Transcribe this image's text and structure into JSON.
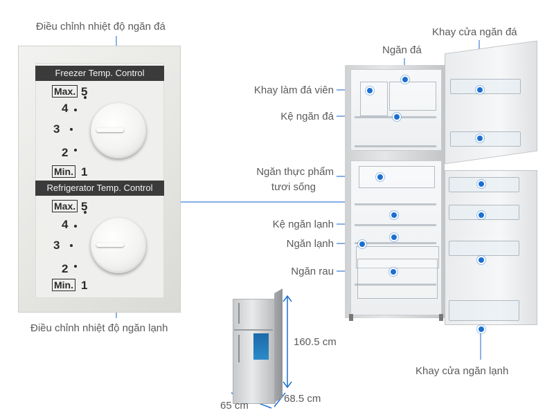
{
  "labels": {
    "freezer_control": "Điều chỉnh nhiệt độ ngăn đá",
    "fridge_control": "Điều chỉnh nhiệt độ ngăn lạnh",
    "freezer": "Ngăn đá",
    "freezer_door_tray": "Khay cửa ngăn đá",
    "ice_tray": "Khay làm đá viên",
    "freezer_shelf": "Kệ ngăn đá",
    "fresh_food_1": "Ngăn thực phẩm",
    "fresh_food_2": "tươi sống",
    "fridge_shelf": "Kệ ngăn lạnh",
    "fridge": "Ngăn lạnh",
    "vegetable": "Ngăn rau",
    "fridge_door_tray": "Khay cửa ngăn lạnh"
  },
  "panel": {
    "freezer_title": "Freezer Temp. Control",
    "fridge_title": "Refrigerator Temp. Control",
    "scale": {
      "max": "Max.",
      "min": "Min.",
      "n5": "5",
      "n4": "4",
      "n3": "3",
      "n2": "2",
      "n1": "1"
    }
  },
  "dimensions": {
    "height": "160.5 cm",
    "width": "65 cm",
    "depth": "68.5 cm"
  },
  "colors": {
    "accent": "#1c6fd1",
    "line": "#3d7fd6"
  }
}
